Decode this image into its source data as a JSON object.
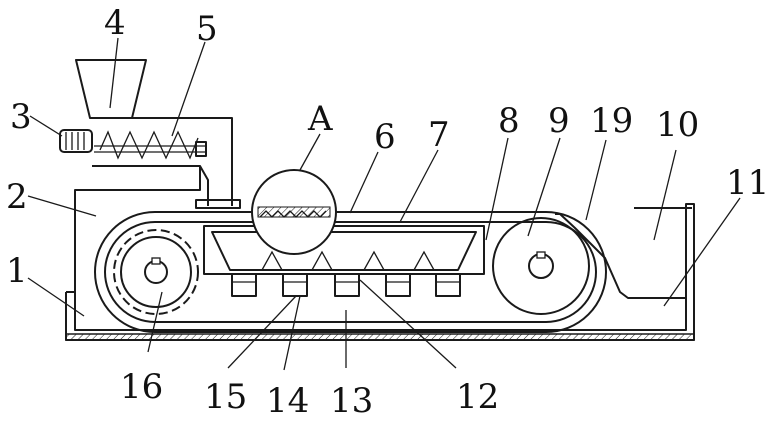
{
  "figure": {
    "labels": {
      "l1": "1",
      "l2": "2",
      "l3": "3",
      "l4": "4",
      "l5": "5",
      "lA": "A",
      "l6": "6",
      "l7": "7",
      "l8": "8",
      "l9": "9",
      "l19": "19",
      "l10": "10",
      "l11": "11",
      "l16": "16",
      "l15": "15",
      "l14": "14",
      "l13": "13",
      "l12": "12"
    }
  }
}
